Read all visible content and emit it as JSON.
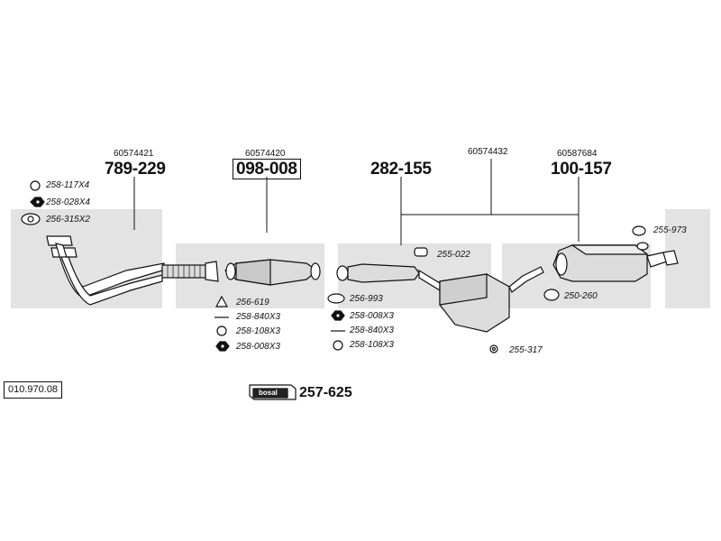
{
  "diagram": {
    "ref_number": "010.970.08",
    "assemblies": [
      {
        "oe_code": "60574421",
        "part_no": "789-229"
      },
      {
        "oe_code": "60574420",
        "part_no": "098-008"
      },
      {
        "part_no": "282-155"
      },
      {
        "oe_code": "60574432"
      },
      {
        "oe_code": "60587684",
        "part_no": "100-157"
      }
    ],
    "fittings": [
      "258-117X4",
      "258-028X4",
      "256-315X2",
      "256-619",
      "258-840X3",
      "258-108X3",
      "258-008X3",
      "255-022",
      "256-993",
      "258-008X3",
      "258-840X3",
      "258-108X3",
      "255-317",
      "250-260",
      "255-973"
    ],
    "mounting_kit": {
      "brand": "bosal",
      "part_no": "257-625"
    },
    "colors": {
      "band": "#e3e3e3",
      "line": "#111111",
      "part_fill": "#dcdcdc"
    }
  }
}
